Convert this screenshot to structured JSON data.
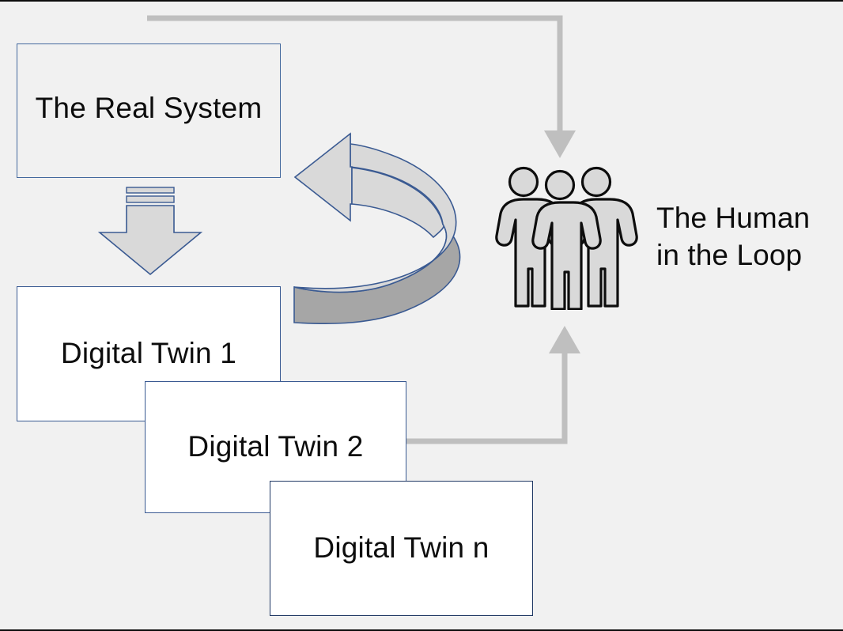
{
  "diagram": {
    "title": "Digital Twin with Human in the Loop",
    "background_color": "#f1f1f1",
    "box_border_color": "#3a5a92",
    "arrow_gray": "#bfbfbf",
    "ribbon_light": "#d9d9d9",
    "ribbon_dark": "#a6a6a6",
    "people_fill": "#d9d9d9",
    "people_stroke": "#0d0d0d"
  },
  "nodes": {
    "real_system": {
      "label": "The Real System"
    },
    "digital_twin_1": {
      "label": "Digital Twin 1"
    },
    "digital_twin_2": {
      "label": "Digital Twin 2"
    },
    "digital_twin_n": {
      "label": "Digital Twin n"
    }
  },
  "human_label": {
    "line1": "The Human",
    "line2": "in the Loop"
  },
  "connectors": [
    {
      "name": "real-system-to-humans",
      "from": "The Real System",
      "to": "The Human in the Loop",
      "style": "elbow-arrow",
      "color": "#bfbfbf"
    },
    {
      "name": "real-system-to-digital-twin-1",
      "from": "The Real System",
      "to": "Digital Twin 1",
      "style": "block-down-arrow",
      "color": "#d9d9d9"
    },
    {
      "name": "digital-twin-feedback-loop",
      "from": "Digital Twins",
      "to": "The Real System",
      "style": "circular-3d-arrow",
      "color": "#d9d9d9"
    },
    {
      "name": "digital-twin-2-to-humans",
      "from": "Digital Twin 2",
      "to": "The Human in the Loop",
      "style": "elbow-arrow",
      "color": "#bfbfbf"
    }
  ],
  "people": [
    {
      "name": "person-left"
    },
    {
      "name": "person-center"
    },
    {
      "name": "person-right"
    }
  ]
}
